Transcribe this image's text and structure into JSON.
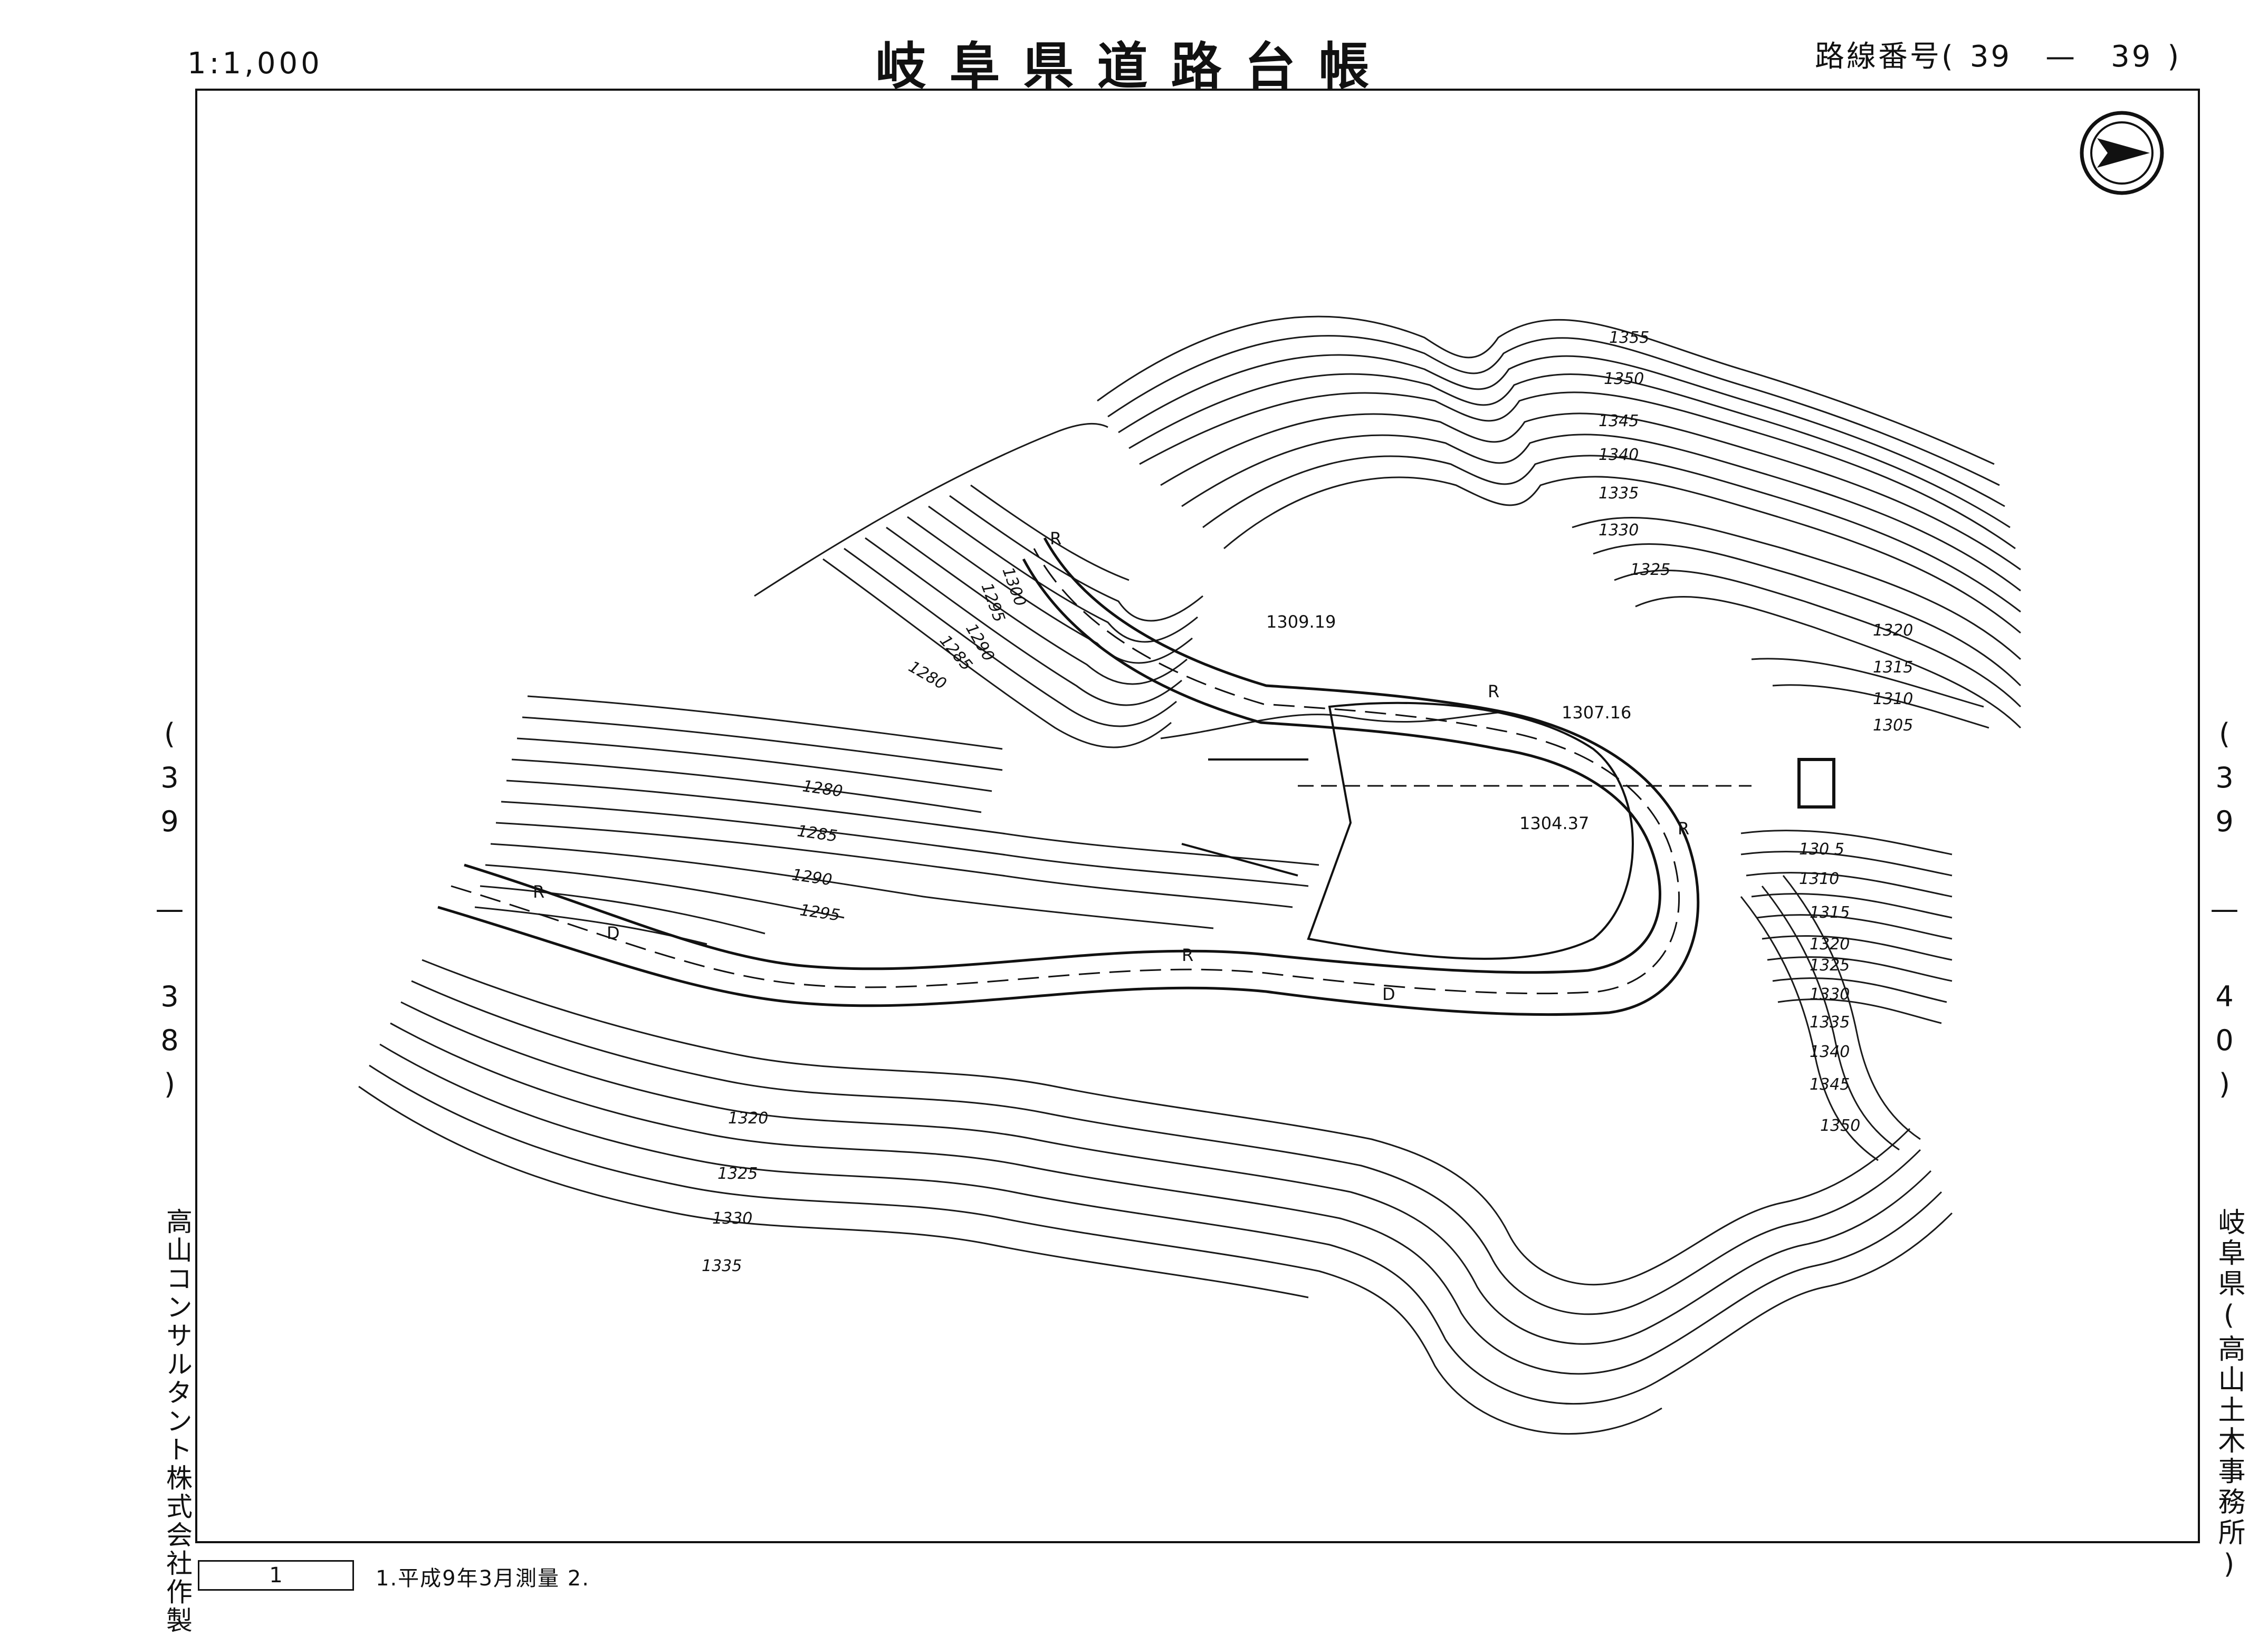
{
  "header": {
    "scale": "1:1,000",
    "title": "岐阜県道路台帳",
    "route_label": "路線番号(",
    "route_from": "39",
    "route_dash": "—",
    "route_to": "39",
    "route_close": ")"
  },
  "side": {
    "left_ref": "(39 — 38)",
    "right_ref": "(39 — 40)",
    "left_maker": "高山コンサルタント株式会社作製",
    "right_org": "岐阜県(高山土木事務所)"
  },
  "footer": {
    "sheet_number": "1",
    "note": "1.平成9年3月測量  2."
  },
  "map": {
    "contour_labels": [
      "1355",
      "1350",
      "1345",
      "1340",
      "1335",
      "1330",
      "1325",
      "1320",
      "1315",
      "1310",
      "1305",
      "1300",
      "1295",
      "1290",
      "1285",
      "1280",
      "1280",
      "1285",
      "1290",
      "1295",
      "1320",
      "1325",
      "1330",
      "1335",
      "130 5",
      "1310",
      "1315",
      "1320",
      "1325",
      "1330",
      "1335",
      "1340",
      "1345",
      "1350"
    ],
    "spot_heights": [
      "1309.19",
      "1307.16",
      "1304.37"
    ],
    "road_marks": [
      "R",
      "R",
      "R",
      "R",
      "D",
      "D",
      "R"
    ],
    "north_arrow_icon": "north-arrow-icon"
  }
}
